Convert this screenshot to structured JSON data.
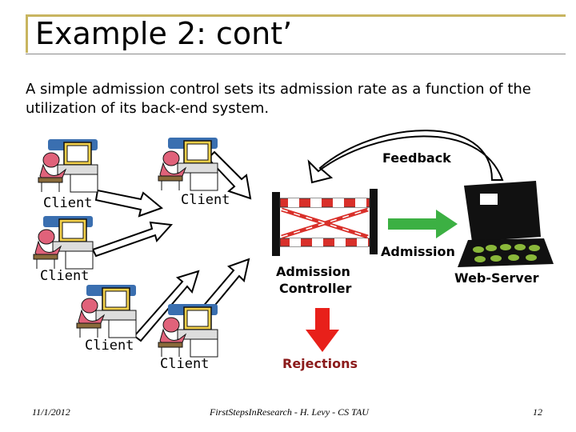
{
  "slide": {
    "title": "Example 2: cont’",
    "subtitle": "A simple admission control sets its admission rate as a function of the  utilization of its back-end system."
  },
  "diagram": {
    "feedback_label": "Feedback",
    "admission_label": "Admission",
    "controller_label_line1": "Admission",
    "controller_label_line2": "Controller",
    "server_label": "Web-Server",
    "rejections_label": "Rejections",
    "client_labels": [
      "Client",
      "Client",
      "Client",
      "Client",
      "Client"
    ],
    "colors": {
      "flow_arrow": "#3cb043",
      "reject_arrow": "#e8201a",
      "frame_accent": "#c8b560"
    }
  },
  "footer": {
    "date": "11/1/2012",
    "center": "FirstStepsInResearch - H. Levy - CS TAU",
    "page": "12"
  }
}
